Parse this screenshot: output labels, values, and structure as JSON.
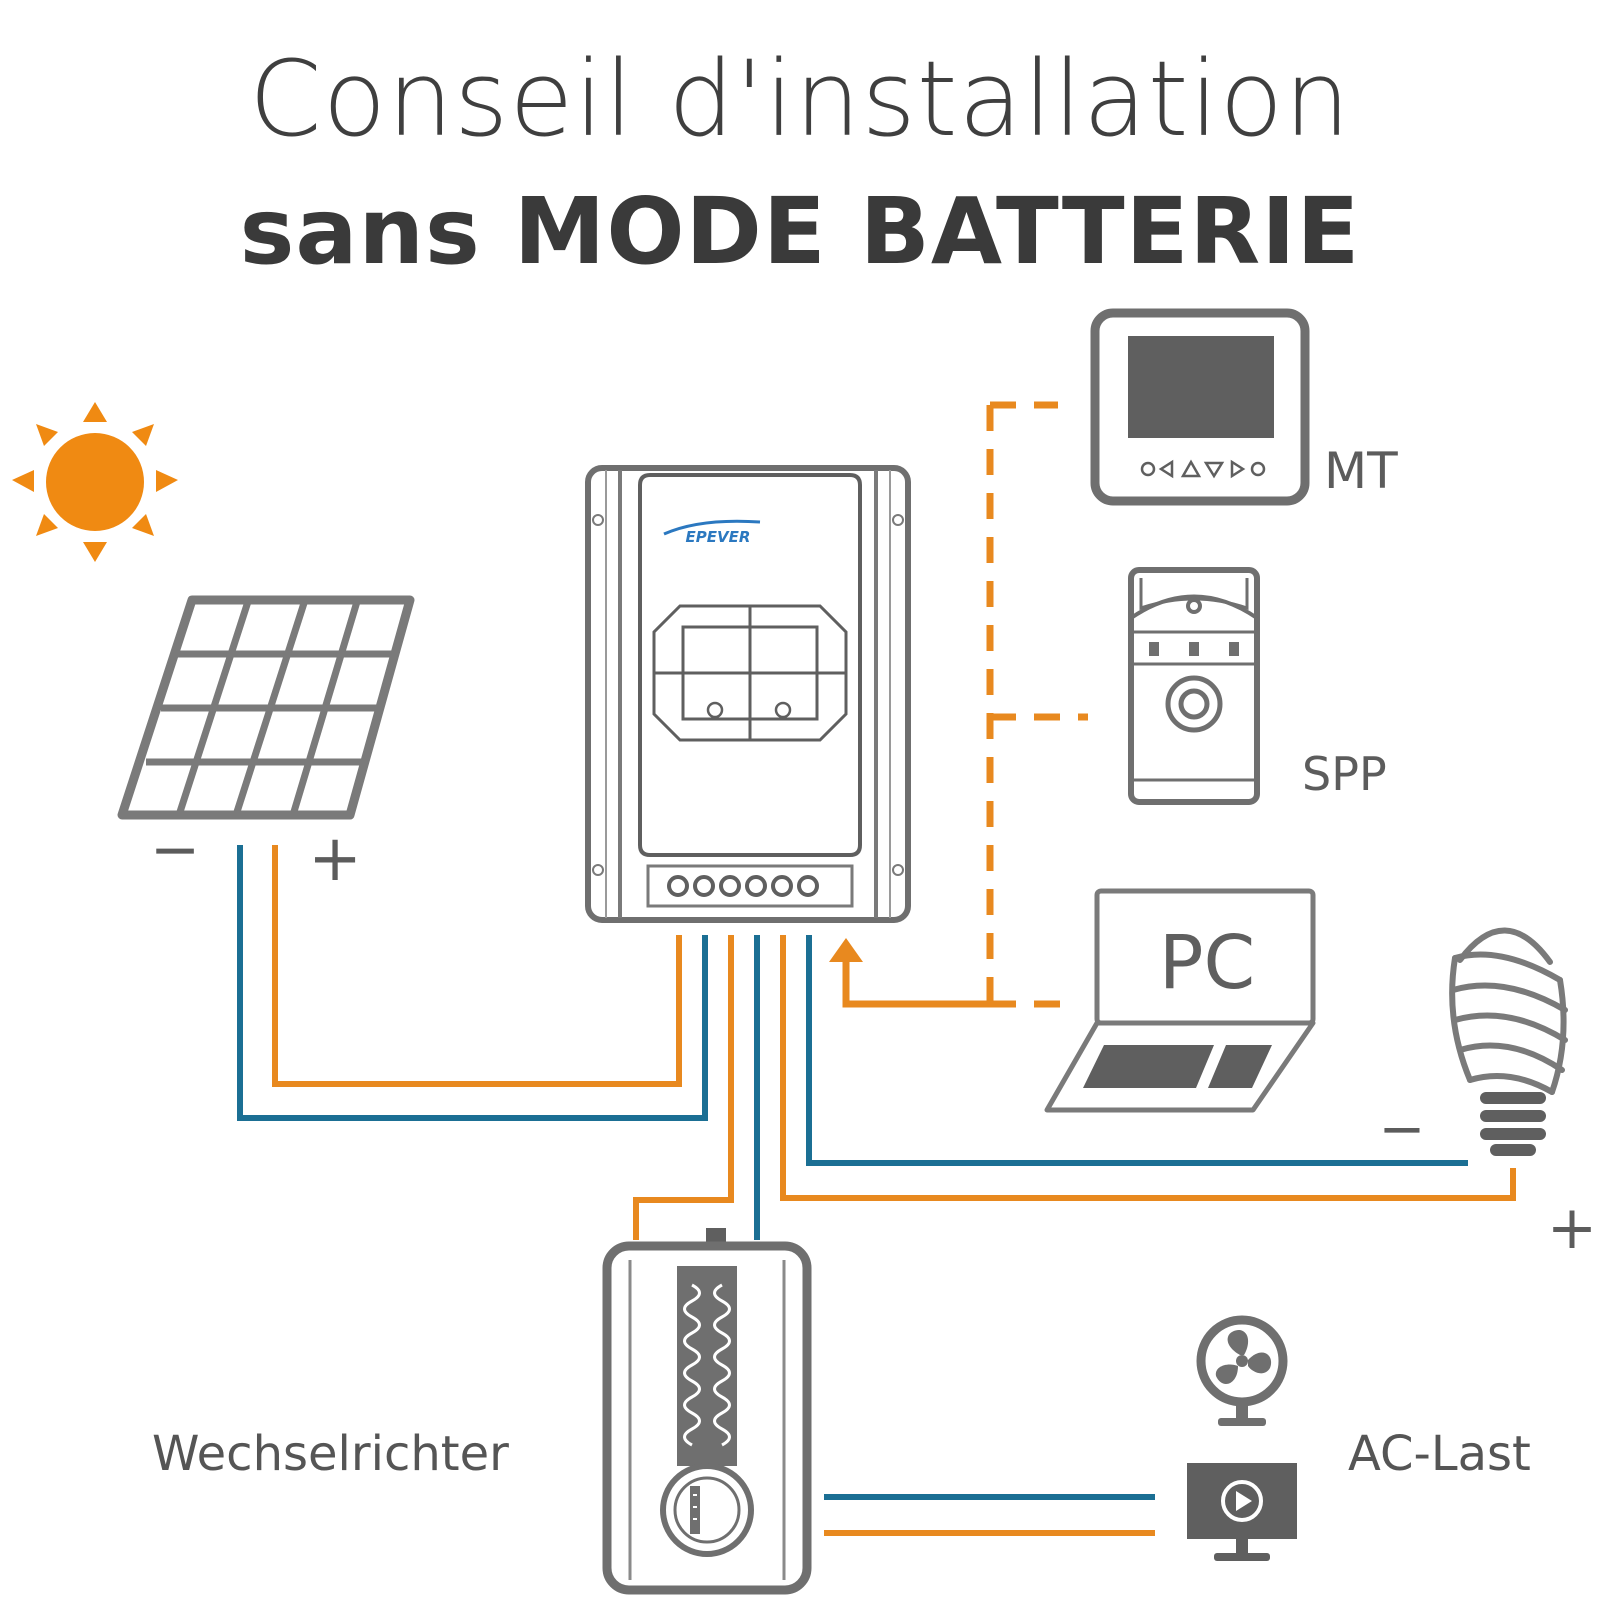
{
  "title": {
    "line1": "Conseil d'installation",
    "line2": "sans MODE BATTERIE"
  },
  "controller": {
    "brand": "EPEVER"
  },
  "labels": {
    "mt": "MT",
    "spp": "SPP",
    "pc": "PC",
    "inverter": "Wechselrichter",
    "ac_load": "AC-Last"
  },
  "polarity": {
    "panel_minus": "−",
    "panel_plus": "+",
    "lamp_minus": "−",
    "lamp_plus": "+"
  },
  "colors": {
    "positive_wire": "#e8891f",
    "negative_wire": "#1b6f94",
    "comm_line": "#e8891f",
    "sun": "#f08a12",
    "device": "#7a7a7a",
    "text": "#3f3f3f"
  },
  "icons": [
    "sun-icon",
    "solar-panel-icon",
    "controller-icon",
    "mt-meter-icon",
    "spp-device-icon",
    "laptop-icon",
    "bulb-icon",
    "inverter-icon",
    "fan-icon",
    "monitor-icon"
  ]
}
